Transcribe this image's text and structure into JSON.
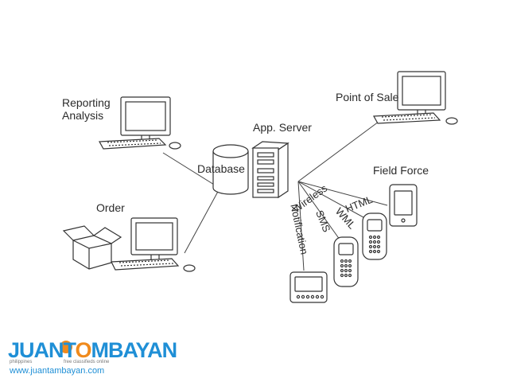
{
  "labels": {
    "reporting_line1": "Reporting",
    "reporting_line2": "Analysis",
    "order": "Order",
    "database": "Database",
    "app_server": "App. Server",
    "point_of_sale": "Point of Sale",
    "field_force": "Field Force"
  },
  "channels": {
    "wireless": "Wireless",
    "notification": "Notification",
    "sms": "SMS",
    "wml": "WML",
    "html": "HTML"
  },
  "logo": {
    "word_start": "JUANT",
    "word_o": "O",
    "word_end": "MBAYAN",
    "location": "philippines",
    "tagline": "free classifieds online",
    "url": "www.juantambayan.com"
  },
  "colors": {
    "line": "#333333",
    "brand_blue": "#1f8fd6",
    "brand_orange": "#f08a1c"
  }
}
